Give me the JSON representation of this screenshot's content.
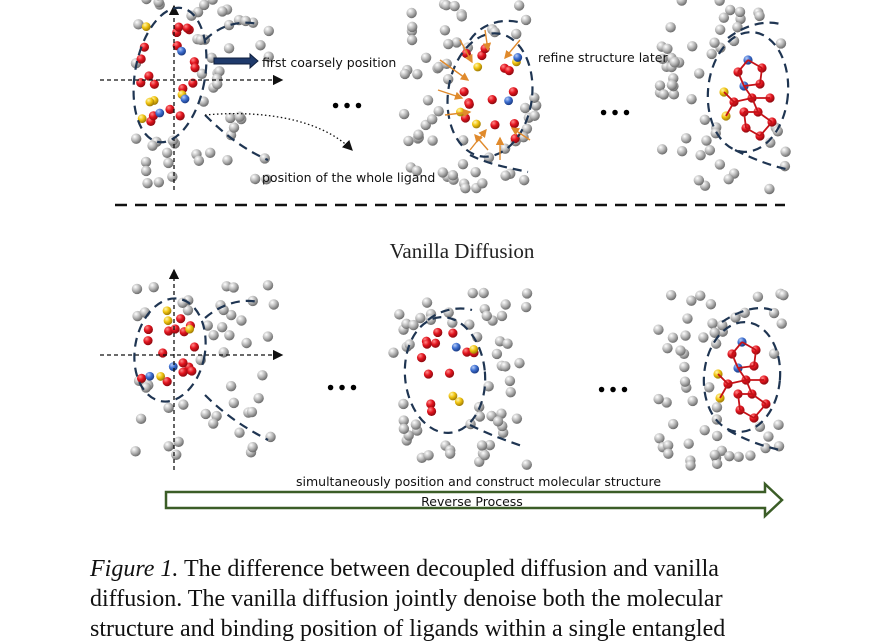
{
  "top_panel": {
    "label_first": "first coarsely position",
    "label_refine": "refine structure later",
    "label_whole": "position of the whole ligand",
    "ellipsis": "…"
  },
  "bottom_panel": {
    "title": "Vanilla Diffusion",
    "label_simultaneous": "simultaneously position and construct molecular structure",
    "arrow_label": "Reverse Process",
    "ellipsis": "…"
  },
  "caption": {
    "fig_label": "Figure 1.",
    "text_line1": "The difference between decoupled diffusion and vanilla",
    "text_line2": "diffusion. The vanilla diffusion jointly denoise both the molecular",
    "text_line3": "structure and binding position of ligands within a single entangled"
  },
  "colors": {
    "atom_red": "#e3141e",
    "atom_yellow": "#f1c40f",
    "atom_blue": "#3d6fd1",
    "atom_gray": "#9a9a9a",
    "pocket_line": "#1f3552",
    "reverse_arrow": "#3b5d27",
    "first_arrow": "#1f3a6b",
    "refine_arrow": "#e08a2c"
  }
}
